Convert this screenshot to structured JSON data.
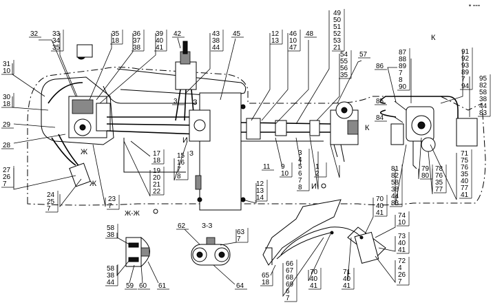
{
  "corner_mark": "✶ ===",
  "section_labels": {
    "k_top": "К",
    "k_mid": "К",
    "zh_right": "Ж",
    "zh_left": "Ж",
    "zh_section": "Ж-Ж",
    "z_section": "З-З",
    "z_mark": "З",
    "i_left": "И",
    "i_right": "И",
    "z_mark2": "З"
  },
  "callouts": {
    "c32": [
      "32"
    ],
    "c33": [
      "33",
      "34",
      "35"
    ],
    "c35": [
      "35",
      "18"
    ],
    "c36": [
      "36",
      "37",
      "38"
    ],
    "c39": [
      "39",
      "40",
      "41"
    ],
    "c42": [
      "42"
    ],
    "c43": [
      "43",
      "38",
      "44"
    ],
    "c45": [
      "45"
    ],
    "c12a": [
      "12",
      "13"
    ],
    "c46": [
      "46",
      "10",
      "47"
    ],
    "c48": [
      "48"
    ],
    "c49": [
      "49",
      "50",
      "51",
      "52",
      "53",
      "21"
    ],
    "c54": [
      "54",
      "55",
      "56",
      "35"
    ],
    "c57": [
      "57"
    ],
    "c86": [
      "86"
    ],
    "c87": [
      "87",
      "88",
      "89",
      "7",
      "8",
      "90"
    ],
    "c91": [
      "91",
      "92",
      "93",
      "89",
      "7",
      "94"
    ],
    "c95": [
      "95",
      "82",
      "58",
      "38",
      "44",
      "83"
    ],
    "c31": [
      "31",
      "10"
    ],
    "c30": [
      "30",
      "18"
    ],
    "c29": [
      "29"
    ],
    "c28": [
      "28"
    ],
    "c27": [
      "27",
      "26",
      "7"
    ],
    "c24": [
      "24",
      "25",
      "7"
    ],
    "c23": [
      "23",
      "7"
    ],
    "c17": [
      "17",
      "18"
    ],
    "c19": [
      "19",
      "20",
      "21",
      "22"
    ],
    "c15": [
      "15",
      "16",
      "7",
      "8"
    ],
    "c3": [
      "3"
    ],
    "c11": [
      "11"
    ],
    "c9": [
      "9",
      "10"
    ],
    "c3b": [
      "3",
      "4",
      "5",
      "6",
      "7",
      "8"
    ],
    "c1": [
      "1",
      "2"
    ],
    "c12b": [
      "12",
      "13",
      "14"
    ],
    "c85": [
      "85"
    ],
    "c84": [
      "84"
    ],
    "c81": [
      "81",
      "82",
      "58",
      "38",
      "44",
      "83"
    ],
    "c79": [
      "79",
      "80"
    ],
    "c78": [
      "78",
      "76",
      "35",
      "77"
    ],
    "c71": [
      "71",
      "75",
      "76",
      "35",
      "40",
      "77",
      "41"
    ],
    "c58a": [
      "58",
      "38"
    ],
    "c58b": [
      "58",
      "38",
      "44"
    ],
    "c59": [
      "59"
    ],
    "c60": [
      "60"
    ],
    "c61": [
      "61"
    ],
    "c62": [
      "62"
    ],
    "c63": [
      "63",
      "7"
    ],
    "c64": [
      "64"
    ],
    "c70a": [
      "70",
      "40",
      "41"
    ],
    "c74": [
      "74",
      "10"
    ],
    "c73": [
      "73",
      "40",
      "41"
    ],
    "c72": [
      "72",
      "4",
      "26",
      "7"
    ],
    "c65": [
      "65",
      "18"
    ],
    "c66": [
      "66",
      "67",
      "68",
      "69",
      "6",
      "7"
    ],
    "c70b": [
      "70",
      "40",
      "41"
    ],
    "c71b": [
      "71",
      "40",
      "41"
    ]
  }
}
